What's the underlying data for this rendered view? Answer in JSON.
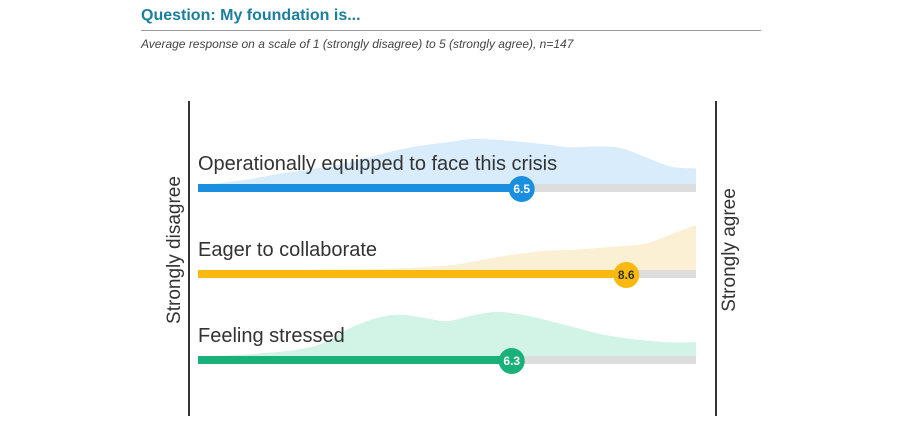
{
  "header": {
    "question": "Question: My foundation is...",
    "subtitle": "Average response on a scale of 1 (strongly disagree) to 5 (strongly agree), n=147"
  },
  "chart_data": {
    "type": "bar",
    "orientation": "horizontal",
    "axis": {
      "left_label": "Strongly disagree",
      "right_label": "Strongly agree",
      "min": 0,
      "max": 10
    },
    "series": [
      {
        "category": "Operationally equipped to face this crisis",
        "value": 6.5,
        "value_label": "6.5",
        "color": "#1a8fe0",
        "distribution_color": "#d9ecfb",
        "distribution": [
          [
            0,
            0.0
          ],
          [
            0.5,
            0.05
          ],
          [
            1,
            0.12
          ],
          [
            1.5,
            0.22
          ],
          [
            2,
            0.3
          ],
          [
            2.5,
            0.38
          ],
          [
            3,
            0.48
          ],
          [
            3.5,
            0.62
          ],
          [
            4,
            0.76
          ],
          [
            4.5,
            0.86
          ],
          [
            5,
            0.93
          ],
          [
            5.5,
            1.0
          ],
          [
            6,
            0.98
          ],
          [
            6.5,
            0.94
          ],
          [
            7,
            0.88
          ],
          [
            7.5,
            0.82
          ],
          [
            8,
            0.84
          ],
          [
            8.5,
            0.8
          ],
          [
            9,
            0.6
          ],
          [
            9.5,
            0.4
          ],
          [
            10,
            0.36
          ]
        ]
      },
      {
        "category": "Eager to collaborate",
        "value": 8.6,
        "value_label": "8.6",
        "color": "#f9b90f",
        "distribution_color": "#fcf0d4",
        "distribution": [
          [
            0,
            0.0
          ],
          [
            1,
            0.0
          ],
          [
            2,
            0.02
          ],
          [
            3,
            0.04
          ],
          [
            4,
            0.06
          ],
          [
            5,
            0.12
          ],
          [
            5.5,
            0.2
          ],
          [
            6,
            0.3
          ],
          [
            6.5,
            0.38
          ],
          [
            7,
            0.44
          ],
          [
            7.5,
            0.46
          ],
          [
            8,
            0.5
          ],
          [
            8.5,
            0.54
          ],
          [
            9,
            0.6
          ],
          [
            9.5,
            0.8
          ],
          [
            10,
            1.0
          ]
        ]
      },
      {
        "category": "Feeling stressed",
        "value": 6.3,
        "value_label": "6.3",
        "color": "#1ab07a",
        "distribution_color": "#d2f4e6",
        "distribution": [
          [
            0,
            0.0
          ],
          [
            0.5,
            0.03
          ],
          [
            1,
            0.06
          ],
          [
            1.5,
            0.1
          ],
          [
            2,
            0.16
          ],
          [
            2.5,
            0.3
          ],
          [
            3,
            0.6
          ],
          [
            3.5,
            0.82
          ],
          [
            4,
            0.92
          ],
          [
            4.5,
            0.86
          ],
          [
            5,
            0.78
          ],
          [
            5.5,
            0.9
          ],
          [
            6,
            0.98
          ],
          [
            6.5,
            0.92
          ],
          [
            7,
            0.8
          ],
          [
            7.5,
            0.66
          ],
          [
            8,
            0.52
          ],
          [
            8.5,
            0.42
          ],
          [
            9,
            0.36
          ],
          [
            9.5,
            0.32
          ],
          [
            10,
            0.32
          ]
        ]
      }
    ]
  }
}
